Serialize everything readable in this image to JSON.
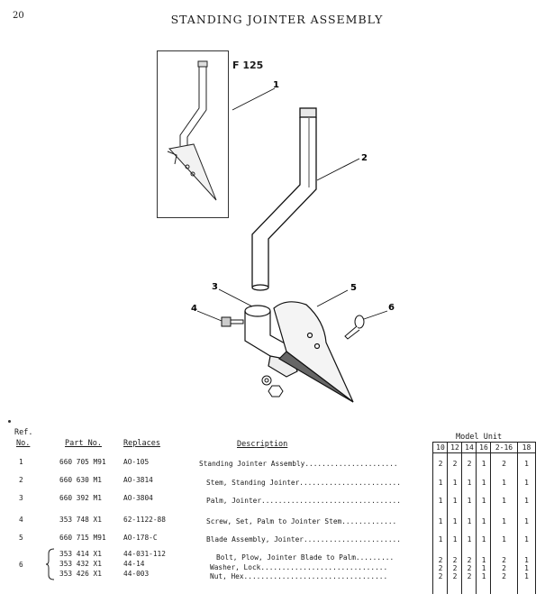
{
  "page": {
    "number": "20",
    "title": "STANDING JOINTER ASSEMBLY"
  },
  "figure": {
    "id": "F 125",
    "callouts": [
      "1",
      "2",
      "3",
      "4",
      "5",
      "6"
    ]
  },
  "table": {
    "headers": {
      "ref_line1": "Ref.",
      "ref_line2": "No.",
      "part_no": "Part No.",
      "replaces": "Replaces",
      "description": "Description",
      "model_unit": "Model Unit"
    },
    "model_columns": [
      "10",
      "12",
      "14",
      "16",
      "2-16",
      "18"
    ],
    "rows": [
      {
        "ref": "1",
        "part": "660 705 M91",
        "replaces": "AO-105",
        "desc": "Standing Jointer Assembly......................",
        "qty": [
          "2",
          "2",
          "2",
          "1",
          "2",
          "1"
        ]
      },
      {
        "ref": "2",
        "part": "660 630 M1",
        "replaces": "AO-3814",
        "desc": "Stem, Standing Jointer........................",
        "qty": [
          "1",
          "1",
          "1",
          "1",
          "1",
          "1"
        ]
      },
      {
        "ref": "3",
        "part": "660 392 M1",
        "replaces": "AO-3804",
        "desc": "Palm, Jointer.................................",
        "qty": [
          "1",
          "1",
          "1",
          "1",
          "1",
          "1"
        ]
      },
      {
        "ref": "4",
        "part": "353 748 X1",
        "replaces": "62-1122-88",
        "desc": "Screw, Set, Palm to Jointer Stem.............",
        "qty": [
          "1",
          "1",
          "1",
          "1",
          "1",
          "1"
        ]
      },
      {
        "ref": "5",
        "part": "660 715 M91",
        "replaces": "AO-178-C",
        "desc": "Blade Assembly, Jointer.......................",
        "qty": [
          "1",
          "1",
          "1",
          "1",
          "1",
          "1"
        ]
      }
    ],
    "group": {
      "ref": "6",
      "rows": [
        {
          "part": "353 414 X1",
          "replaces": "44-031-112",
          "desc": "Bolt, Plow, Jointer Blade to Palm.........",
          "qty": [
            "2",
            "2",
            "2",
            "1",
            "2",
            "1"
          ]
        },
        {
          "part": "353 432 X1",
          "replaces": "44-14",
          "desc": "Washer, Lock..............................",
          "qty": [
            "2",
            "2",
            "2",
            "1",
            "2",
            "1"
          ]
        },
        {
          "part": "353 426 X1",
          "replaces": "44-003",
          "desc": "Nut, Hex..................................",
          "qty": [
            "2",
            "2",
            "2",
            "1",
            "2",
            "1"
          ]
        }
      ]
    }
  }
}
